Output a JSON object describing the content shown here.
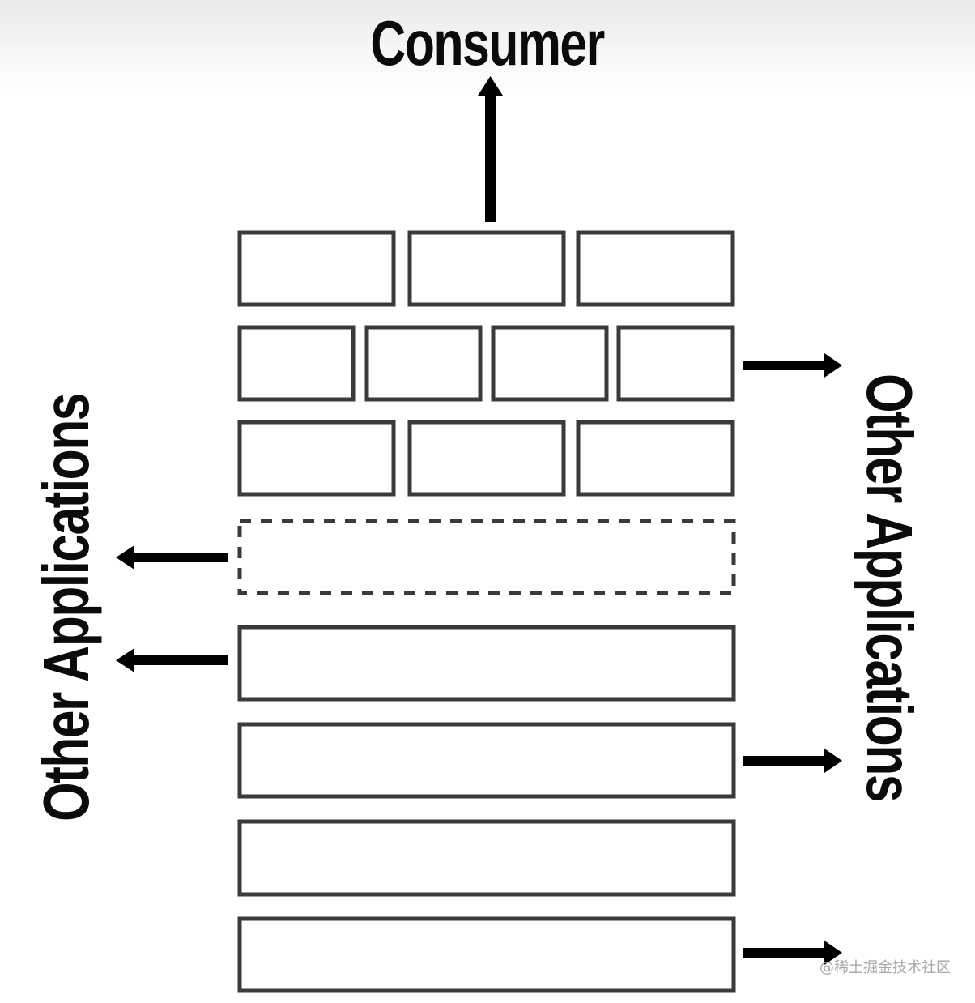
{
  "diagram": {
    "top_label": "Consumer",
    "left_label": "Other Applications",
    "right_label": "Other Applications",
    "stroke_color": "#3a3a3a",
    "arrow_color": "#000000"
  },
  "watermark": "@稀土掘金技术社区"
}
